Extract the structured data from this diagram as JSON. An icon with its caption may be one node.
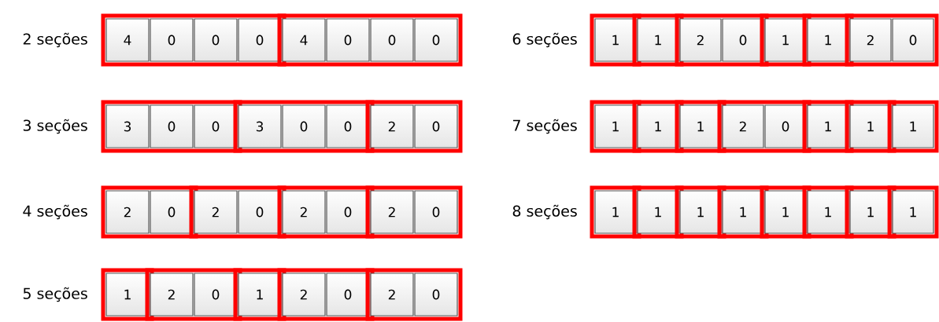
{
  "diagram": {
    "nodes": [
      {
        "text": [],
        "shape": "box"
      },
      {
        "text": [
          "4"
        ],
        "in": 0
      },
      {
        "text": [
          "0"
        ],
        "in": 0
      },
      {
        "text": [
          "0"
        ],
        "in": 0
      },
      {
        "text": [
          "0"
        ],
        "in": 0
      },
      {
        "text": [],
        "shape": "box"
      },
      {
        "text": [
          "4"
        ],
        "in": 5
      },
      {
        "text": [
          "0"
        ],
        "in": 5
      },
      {
        "text": [
          "0"
        ],
        "in": 5
      },
      {
        "text": [
          "0"
        ],
        "in": 5
      },
      {
        "text": [],
        "shape": "box"
      },
      {
        "text": [
          "3"
        ],
        "in": 10
      },
      {
        "text": [
          "0"
        ],
        "in": 10
      },
      {
        "text": [
          "0"
        ],
        "in": 10
      },
      {
        "text": [],
        "shape": "box"
      },
      {
        "text": [
          "3"
        ],
        "in": 14
      },
      {
        "text": [
          "0"
        ],
        "in": 14
      },
      {
        "text": [
          "0"
        ],
        "in": 14
      },
      {
        "text": [],
        "shape": "box"
      },
      {
        "text": [
          "2"
        ],
        "in": 18
      },
      {
        "text": [
          "0"
        ],
        "in": 18
      },
      {
        "text": [],
        "shape": "box"
      },
      {
        "text": [
          "2"
        ],
        "in": 21
      },
      {
        "text": [
          "0"
        ],
        "in": 21
      },
      {
        "text": [],
        "shape": "box"
      },
      {
        "text": [
          "2"
        ],
        "in": 24
      },
      {
        "text": [
          "0"
        ],
        "in": 24
      },
      {
        "text": [],
        "shape": "box"
      },
      {
        "text": [
          "2"
        ],
        "in": 27
      },
      {
        "text": [
          "0"
        ],
        "in": 27
      },
      {
        "text": [],
        "shape": "box"
      },
      {
        "text": [
          "2"
        ],
        "in": 30
      },
      {
        "text": [
          "0"
        ],
        "in": 30
      },
      {
        "text": [],
        "shape": "box"
      },
      {
        "text": [
          "1"
        ],
        "in": 33
      },
      {
        "text": [],
        "shape": "box"
      },
      {
        "text": [
          "2"
        ],
        "in": 35
      },
      {
        "text": [
          "0"
        ],
        "in": 35
      },
      {
        "text": [],
        "shape": "box"
      },
      {
        "text": [
          "1"
        ],
        "in": 38
      },
      {
        "text": [],
        "shape": "box"
      },
      {
        "text": [
          "2"
        ],
        "in": 40
      },
      {
        "text": [
          "0"
        ],
        "in": 40
      },
      {
        "text": [],
        "shape": "box"
      },
      {
        "text": [
          "2"
        ],
        "in": 43
      },
      {
        "text": [
          "0"
        ],
        "in": 43
      },
      {
        "text": [],
        "shape": "box"
      },
      {
        "text": [
          "1"
        ],
        "in": 46
      },
      {
        "text": [],
        "shape": "box"
      },
      {
        "text": [
          "1"
        ],
        "in": 48
      },
      {
        "text": [],
        "shape": "box"
      },
      {
        "text": [
          "2"
        ],
        "in": 50
      },
      {
        "text": [
          "0"
        ],
        "in": 50
      },
      {
        "text": [],
        "shape": "box"
      },
      {
        "text": [
          "1"
        ],
        "in": 53
      },
      {
        "text": [],
        "shape": "box"
      },
      {
        "text": [
          "1"
        ],
        "in": 55
      },
      {
        "text": [],
        "shape": "box"
      },
      {
        "text": [
          "2"
        ],
        "in": 57
      },
      {
        "text": [
          "0"
        ],
        "in": 57
      },
      {
        "text": [],
        "shape": "box"
      },
      {
        "text": [
          "1"
        ],
        "in": 60
      },
      {
        "text": [],
        "shape": "box"
      },
      {
        "text": [
          "1"
        ],
        "in": 62
      },
      {
        "text": [],
        "shape": "box"
      },
      {
        "text": [
          "1"
        ],
        "in": 64
      },
      {
        "text": [],
        "shape": "box"
      },
      {
        "text": [
          "2"
        ],
        "in": 66
      },
      {
        "text": [
          "0"
        ],
        "in": 66
      },
      {
        "text": [],
        "shape": "box"
      },
      {
        "text": [
          "1"
        ],
        "in": 69
      },
      {
        "text": [],
        "shape": "box"
      },
      {
        "text": [
          "1"
        ],
        "in": 71
      },
      {
        "text": [],
        "shape": "box"
      },
      {
        "text": [
          "1"
        ],
        "in": 73
      },
      {
        "text": [],
        "shape": "box"
      },
      {
        "text": [
          "1"
        ],
        "in": 75
      },
      {
        "text": [],
        "shape": "box"
      },
      {
        "text": [
          "1"
        ],
        "in": 77
      },
      {
        "text": [],
        "shape": "box"
      },
      {
        "text": [
          "1"
        ],
        "in": 79
      },
      {
        "text": [],
        "shape": "box"
      },
      {
        "text": [
          "1"
        ],
        "in": 81
      },
      {
        "text": [],
        "shape": "box"
      },
      {
        "text": [
          "1"
        ],
        "in": 83
      },
      {
        "text": [],
        "shape": "box"
      },
      {
        "text": [
          "1"
        ],
        "in": 85
      },
      {
        "text": [],
        "shape": "box"
      },
      {
        "text": [
          "1"
        ],
        "in": 87
      },
      {
        "text": [],
        "shape": "box"
      },
      {
        "text": [
          "1"
        ],
        "in": 89
      }
    ],
    "labels": [
      "2 seções",
      "3 seções",
      "4 seções",
      "5 seções",
      "6 seções",
      "7 seções",
      "8 seções"
    ]
  }
}
